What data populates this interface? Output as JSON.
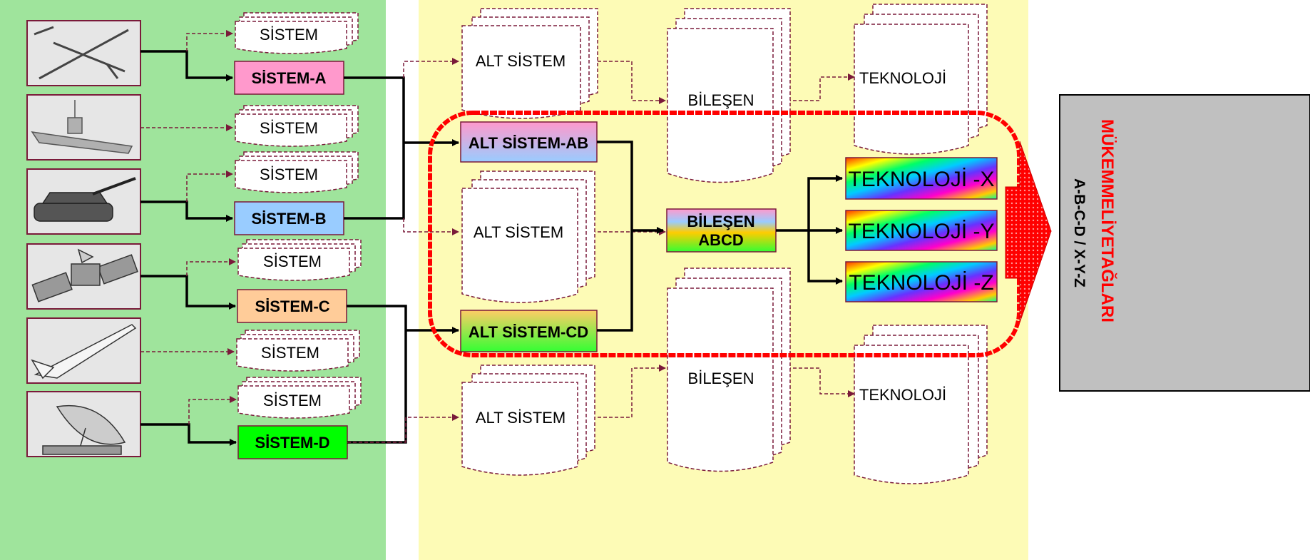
{
  "colors": {
    "left_panel": "#9fe49c",
    "middle_panel": "#fdfbb6",
    "sistem_a": "#ff99cc",
    "sistem_b": "#99ccff",
    "sistem_c": "#ffcc99",
    "sistem_d": "#00ff00",
    "highlight_border": "#ff0000",
    "dashed_connector": "#7a1a3a",
    "outcome_box": "#c0c0c0",
    "outcome_title": "#ff0000"
  },
  "platforms": [
    {
      "icon": "drone-icon"
    },
    {
      "icon": "warship-icon"
    },
    {
      "icon": "tank-icon"
    },
    {
      "icon": "satellite-icon"
    },
    {
      "icon": "missile-icon"
    },
    {
      "icon": "radar-dish-icon"
    }
  ],
  "generic_system_label": "SİSTEM",
  "systems": {
    "a": "SİSTEM-A",
    "b": "SİSTEM-B",
    "c": "SİSTEM-C",
    "d": "SİSTEM-D"
  },
  "subsystem_label": "ALT SİSTEM",
  "subsystems": {
    "ab": "ALT SİSTEM-AB",
    "cd": "ALT SİSTEM-CD"
  },
  "component_label": "BİLEŞEN",
  "component": {
    "line1": "BİLEŞEN",
    "line2": "ABCD"
  },
  "technology_label": "TEKNOLOJİ",
  "technologies": {
    "x": "TEKNOLOJİ -X",
    "y": "TEKNOLOJİ -Y",
    "z": "TEKNOLOJİ -Z"
  },
  "outcome": {
    "title": "MÜKEMMELİYETAĞLARI",
    "subtitle": "A-B-C-D / X-Y-Z"
  }
}
